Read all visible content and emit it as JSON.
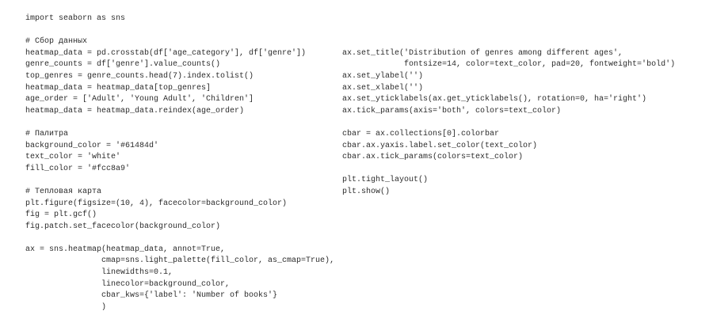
{
  "code_left": [
    "import seaborn as sns",
    "",
    "# Сбор данных",
    "heatmap_data = pd.crosstab(df['age_category'], df['genre'])",
    "genre_counts = df['genre'].value_counts()",
    "top_genres = genre_counts.head(7).index.tolist()",
    "heatmap_data = heatmap_data[top_genres]",
    "age_order = ['Adult', 'Young Adult', 'Children']",
    "heatmap_data = heatmap_data.reindex(age_order)",
    "",
    "# Палитра",
    "background_color = '#61484d'",
    "text_color = 'white'",
    "fill_color = '#fcc8a9'",
    "",
    "# Тепловая карта",
    "plt.figure(figsize=(10, 4), facecolor=background_color)",
    "fig = plt.gcf()",
    "fig.patch.set_facecolor(background_color)",
    "",
    "ax = sns.heatmap(heatmap_data, annot=True,",
    "                cmap=sns.light_palette(fill_color, as_cmap=True),",
    "                linewidths=0.1,",
    "                linecolor=background_color,",
    "                cbar_kws={'label': 'Number of books'}",
    "                )"
  ],
  "code_right": [
    "ax.set_title('Distribution of genres among different ages',",
    "             fontsize=14, color=text_color, pad=20, fontweight='bold')",
    "ax.set_ylabel('')",
    "ax.set_xlabel('')",
    "ax.set_yticklabels(ax.get_yticklabels(), rotation=0, ha='right')",
    "ax.tick_params(axis='both', colors=text_color)",
    "",
    "cbar = ax.collections[0].colorbar",
    "cbar.ax.yaxis.label.set_color(text_color)",
    "cbar.ax.tick_params(colors=text_color)",
    "",
    "plt.tight_layout()",
    "plt.show()"
  ]
}
